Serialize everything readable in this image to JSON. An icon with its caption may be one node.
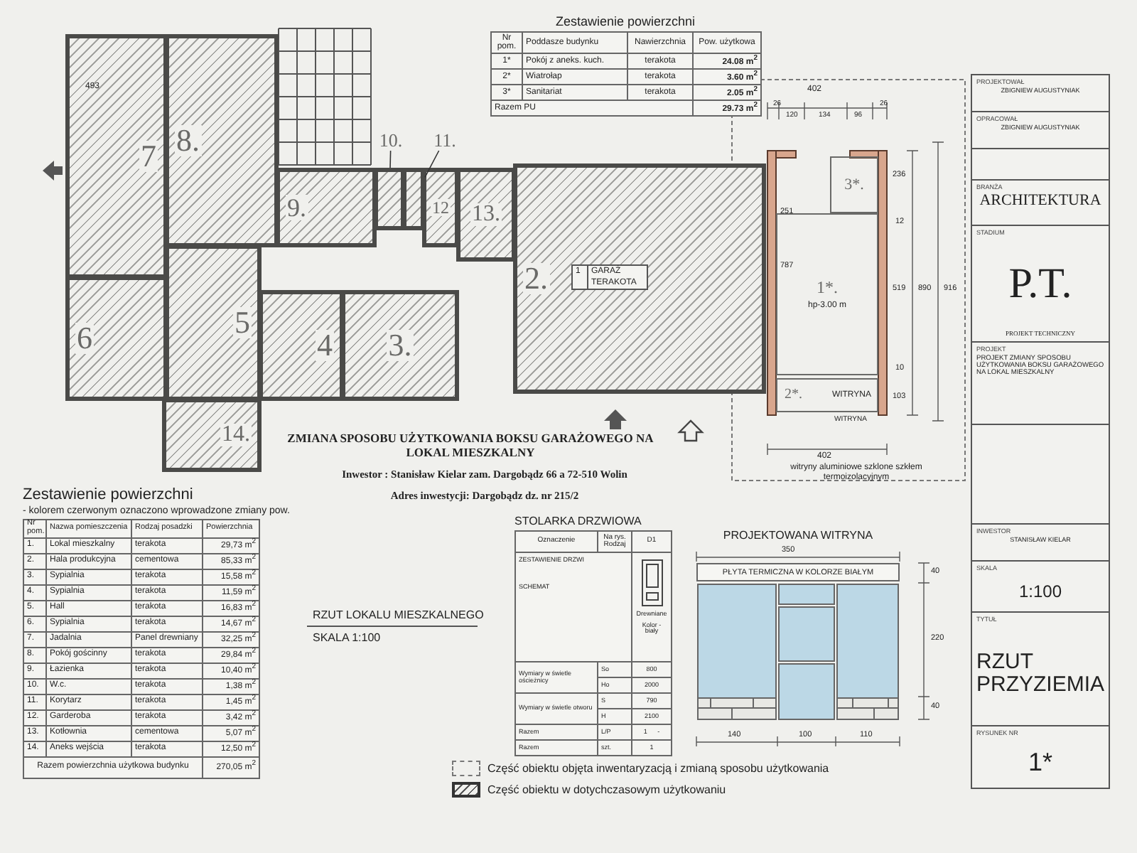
{
  "diagram": {
    "title": "ZMIANA SPOSOBU UŻYTKOWANIA BOKSU GARAŻOWEGO NA LOKAL MIESZKALNY",
    "nodes": [
      {
        "text": [
          "7"
        ]
      },
      {
        "text": [
          "8."
        ]
      },
      {
        "text": [
          "10."
        ]
      },
      {
        "text": [
          "11."
        ]
      },
      {
        "text": [
          "9."
        ]
      },
      {
        "text": [],
        "shape": "box"
      },
      {
        "text": [],
        "shape": "box"
      },
      {
        "text": [
          "12"
        ]
      },
      {
        "text": [
          "13."
        ]
      },
      {
        "text": [
          "2."
        ]
      },
      {
        "text": [
          "6"
        ]
      },
      {
        "text": [
          "5"
        ]
      },
      {
        "text": [
          "4"
        ]
      },
      {
        "text": [
          "3."
        ]
      },
      {
        "text": [
          "14."
        ]
      },
      {
        "text": [
          "3*."
        ]
      },
      {
        "text": [
          "1*.",
          "hp-3.00 m"
        ]
      },
      {
        "text": [
          "2*.",
          "WITRYNA"
        ],
        "beside": [
          "WITRYNA"
        ]
      }
    ],
    "edges": [
      {
        "from": 2,
        "to": 5,
        "arrow": "none"
      },
      {
        "from": 3,
        "to": 6,
        "arrow": "none"
      }
    ],
    "labels": [
      "Zestawienie powierzchni",
      "Nr pom.",
      "Poddasze budynku",
      "Nawierzchnia",
      "Pow. użytkowa",
      "1*",
      "Pokój z aneks. kuch.",
      "terakota",
      "24.08 m$^{2}$",
      "2*",
      "Wiatrołap",
      "terakota",
      "3.60 m$^{2}$",
      "3*",
      "Sanitariat",
      "terakota",
      "2.05 m$^{2}$",
      "Razem PU",
      "29.73 m$^{2}$",
      "493",
      "1",
      "GARAŻ",
      "TERAKOTA",
      "402",
      "26",
      "120",
      "134",
      "96",
      "26",
      "236",
      "12",
      "519",
      "10",
      "103",
      "890",
      "916",
      "787",
      "251",
      "402",
      "witryny aluminiowe szklone szkłem termoizolacyjnym",
      "PROJEKTOWAŁ",
      "ZBIGNIEW AUGUSTYNIAK",
      "OPRACOWAŁ",
      "ZBIGNIEW AUGUSTYNIAK",
      "BRANŻA",
      "ARCHITEKTURA",
      "STADIUM",
      "P.T.",
      "PROJEKT TECHNICZNY",
      "PROJEKT",
      "PROJEKT ZMIANY SPOSOBU UŻYTKOWANIA BOKSU GARAŻOWEGO NA LOKAL MIESZKALNY",
      "INWESTOR",
      "STANISŁAW KIELAR",
      "SKALA",
      "1:100",
      "TYTUŁ",
      "RZUT PRZYZIEMIA",
      "RYSUNEK NR",
      "1*",
      "Inwestor : Stanisław Kielar zam. Dargobądz 66 a 72-510 Wolin",
      "Adres inwestycji: Dargobądz dz. nr 215/2",
      "RZUT LOKALU MIESZKALNEGO",
      "SKALA 1:100",
      "Zestawienie powierzchni",
      "- kolorem czerwonym oznaczono wprowadzone zmiany pow.",
      "Nr pom.",
      "Nazwa pomieszczenia",
      "Rodzaj posadzki",
      "Powierzchnia",
      "1.",
      "Lokal mieszkalny",
      "terakota",
      "29,73 m$^{2}$",
      "2.",
      "Hala produkcyjna",
      "cementowa",
      "85,33 m$^{2}$",
      "3.",
      "Sypialnia",
      "terakota",
      "15,58 m$^{2}$",
      "4.",
      "Sypialnia",
      "terakota",
      "11,59 m$^{2}$",
      "5.",
      "Hall",
      "terakota",
      "16,83 m$^{2}$",
      "6.",
      "Sypialnia",
      "terakota",
      "14,67 m$^{2}$",
      "7.",
      "Jadalnia",
      "Panel drewniany",
      "32,25 m$^{2}$",
      "8.",
      "Pokój gościnny",
      "terakota",
      "29,84 m$^{2}$",
      "9.",
      "Łazienka",
      "terakota",
      "10,40 m$^{2}$",
      "10.",
      "W.c.",
      "terakota",
      "1,38 m$^{2}$",
      "11.",
      "Korytarz",
      "terakota",
      "1,45 m$^{2}$",
      "12.",
      "Garderoba",
      "terakota",
      "3,42 m$^{2}$",
      "13.",
      "Kotłownia",
      "cementowa",
      "5,07 m$^{2}$",
      "14.",
      "Aneks wejścia",
      "terakota",
      "12,50 m$^{2}$",
      "Razem powierzchnia użytkowa budynku",
      "270,05 m$^{2}$",
      "STOLARKA DRZWIOWA",
      "Oznaczenie",
      "Na rys. Rodzaj",
      "D1",
      "ZESTAWIENIE DRZWI",
      "SCHEMAT",
      "Drewniane",
      "Kolor - biały",
      "Wymiary w świetle ościeżnicy",
      "So",
      "800",
      "Ho",
      "2000",
      "Wymiary w świetle otworu",
      "S",
      "790",
      "H",
      "2100",
      "Razem",
      "L/P",
      "1",
      "-",
      "Razem",
      "szt.",
      "1",
      "PROJEKTOWANA WITRYNA",
      "350",
      "PŁYTA TERMICZNA W KOLORZE BIAŁYM",
      "40",
      "220",
      "40",
      "140",
      "100",
      "110"
    ],
    "legend": [
      {
        "text": "Część obiektu objęta inwentaryzacją i zmianą sposobu użytkowania"
      },
      {
        "text": "Część obiektu w dotychczasowym użytkowaniu"
      }
    ]
  }
}
